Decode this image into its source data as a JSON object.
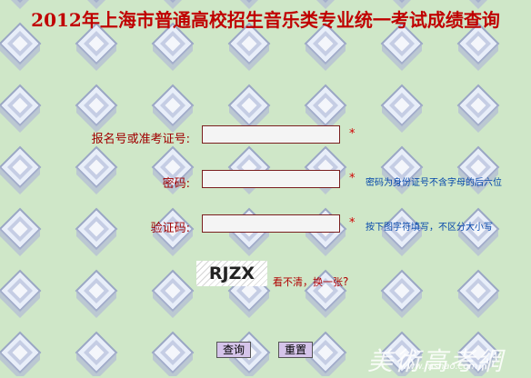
{
  "title": "2012年上海市普通高校招生音乐类专业统一考试成绩查询",
  "form": {
    "exam_id": {
      "label": "报名号或准考证号:",
      "value": "",
      "required_mark": "*"
    },
    "password": {
      "label": "密码:",
      "value": "",
      "required_mark": "*",
      "hint": "密码为身份证号不含字母的后六位"
    },
    "captcha": {
      "label": "验证码:",
      "value": "",
      "required_mark": "*",
      "hint": "按下图字符填写，不区分大小写"
    },
    "captcha_image_text": "RJZX",
    "refresh_link": {
      "text": "看不清，换一张",
      "suffix": "?"
    }
  },
  "buttons": {
    "query": "查询",
    "reset": "重置"
  },
  "watermark": {
    "text": "美術高考網",
    "url": "www.mshao.com"
  },
  "colors": {
    "background": "#cfe7c8",
    "title": "#c00000",
    "label": "#a00000",
    "hint": "#0044aa",
    "button": "#d5c4ea"
  }
}
